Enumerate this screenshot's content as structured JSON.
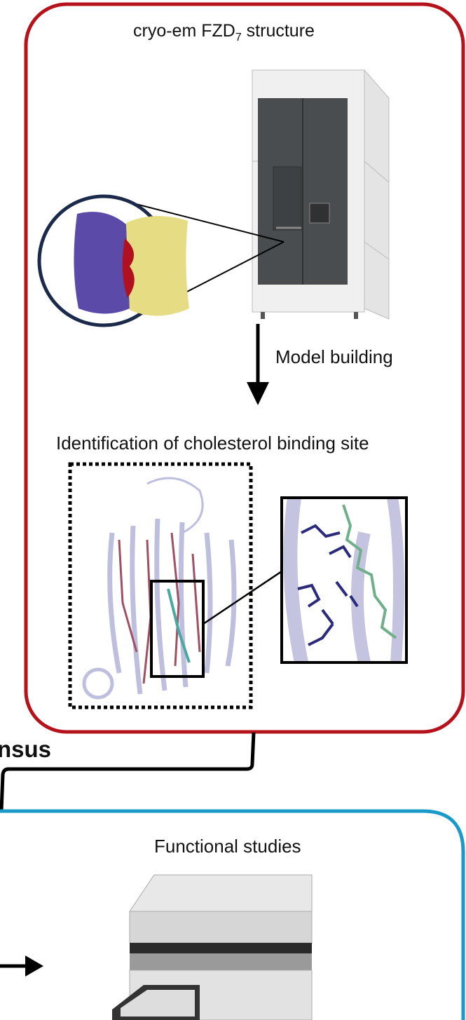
{
  "top_panel": {
    "title_main": "cryo-em FZD",
    "title_sub": "7",
    "title_end": " structure",
    "step_label": "Model building",
    "section_title": "Identification of cholesterol binding site"
  },
  "connector": {
    "partial_label": "nsus"
  },
  "bottom_panel": {
    "title": "Functional studies"
  },
  "colors": {
    "red_panel": "#b5121b",
    "blue_panel": "#1a9ac9",
    "protein_purple": "#5b4aa8",
    "protein_yellow": "#e6dc84",
    "cholesterol_green": "#6fb08a",
    "residue_navy": "#2c2a7a"
  }
}
